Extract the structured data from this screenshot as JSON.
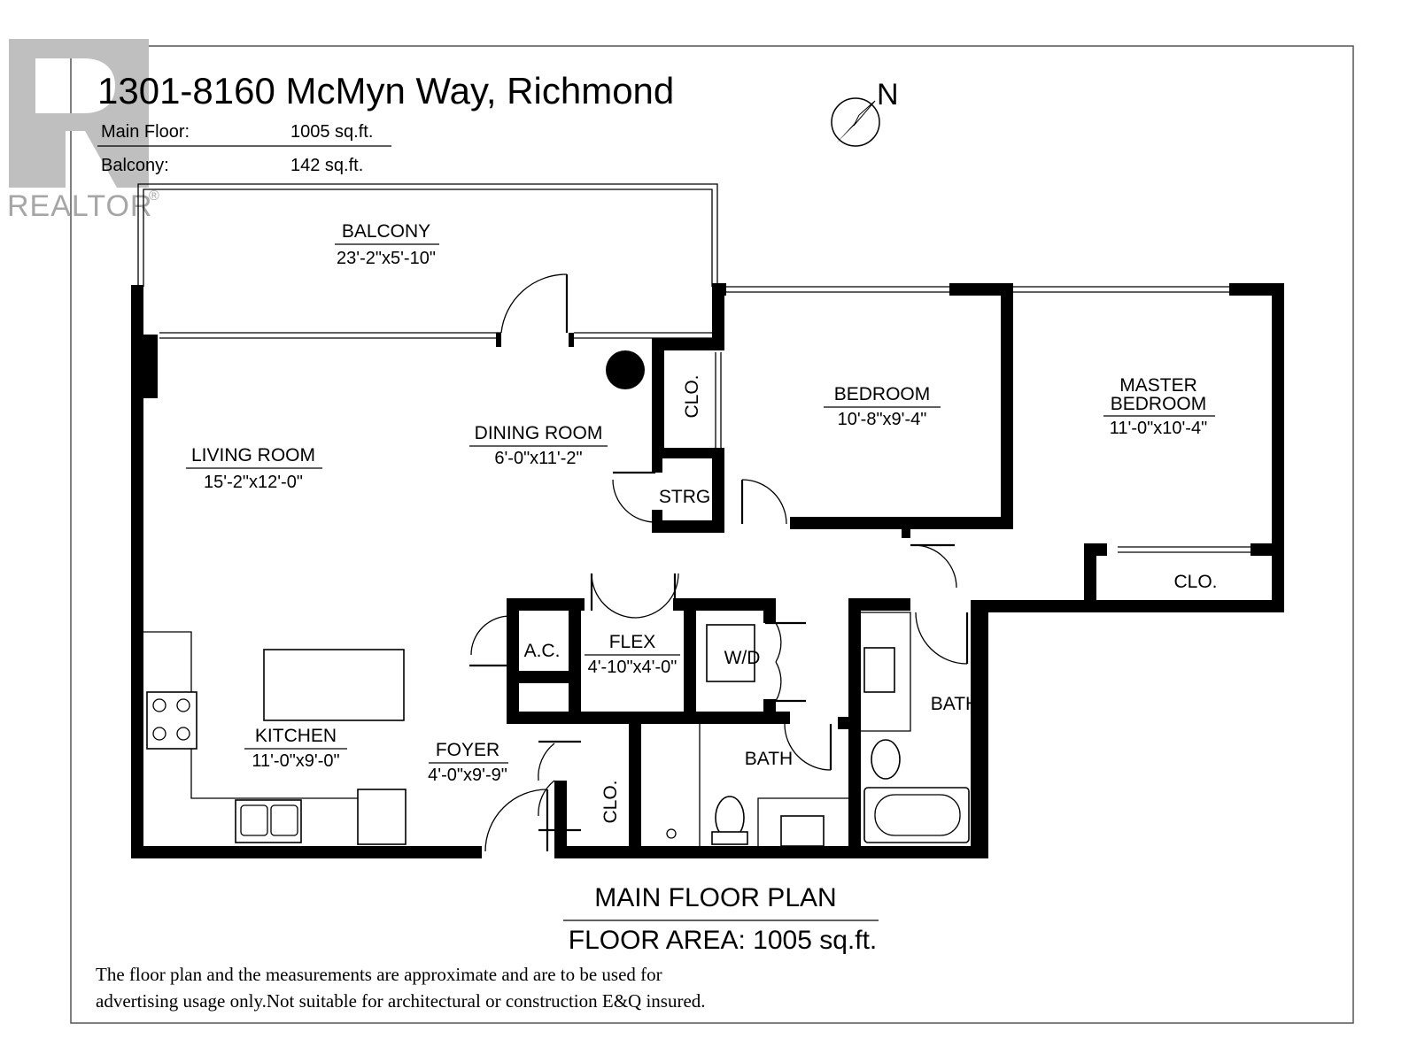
{
  "header": {
    "address": "1301-8160 McMyn Way, Richmond",
    "main_floor_label": "Main Floor:",
    "main_floor_value": "1005 sq.ft.",
    "balcony_label": "Balcony:",
    "balcony_value": "142 sq.ft."
  },
  "logo": {
    "text": "REALTOR",
    "mark": "®"
  },
  "compass": {
    "label": "N",
    "icon": "north-arrow-icon"
  },
  "rooms": {
    "balcony": {
      "name": "BALCONY",
      "dims": "23'-2\"x5'-10\""
    },
    "living": {
      "name": "LIVING ROOM",
      "dims": "15'-2\"x12'-0\""
    },
    "dining": {
      "name": "DINING ROOM",
      "dims": "6'-0\"x11'-2\""
    },
    "bedroom": {
      "name": "BEDROOM",
      "dims": "10'-8\"x9'-4\""
    },
    "master": {
      "name_line1": "MASTER",
      "name_line2": "BEDROOM",
      "dims": "11'-0\"x10'-4\""
    },
    "kitchen": {
      "name": "KITCHEN",
      "dims": "11'-0\"x9'-0\""
    },
    "foyer": {
      "name": "FOYER",
      "dims": "4'-0\"x9'-9\""
    },
    "flex": {
      "name": "FLEX",
      "dims": "4'-10\"x4'-0\""
    }
  },
  "labels": {
    "clo_1": "CLO.",
    "clo_2": "CLO.",
    "clo_3": "CLO.",
    "strg": "STRG.",
    "ac": "A.C.",
    "wd": "W/D",
    "bath_1": "BATH",
    "bath_2": "BATH"
  },
  "footer": {
    "plan_title": "MAIN FLOOR PLAN",
    "floor_area": "FLOOR AREA: 1005 sq.ft.",
    "disclaimer_line1": "The floor plan and the measurements are approximate and are to be used for",
    "disclaimer_line2": "advertising usage only.Not suitable for architectural or construction E&Q insured."
  }
}
